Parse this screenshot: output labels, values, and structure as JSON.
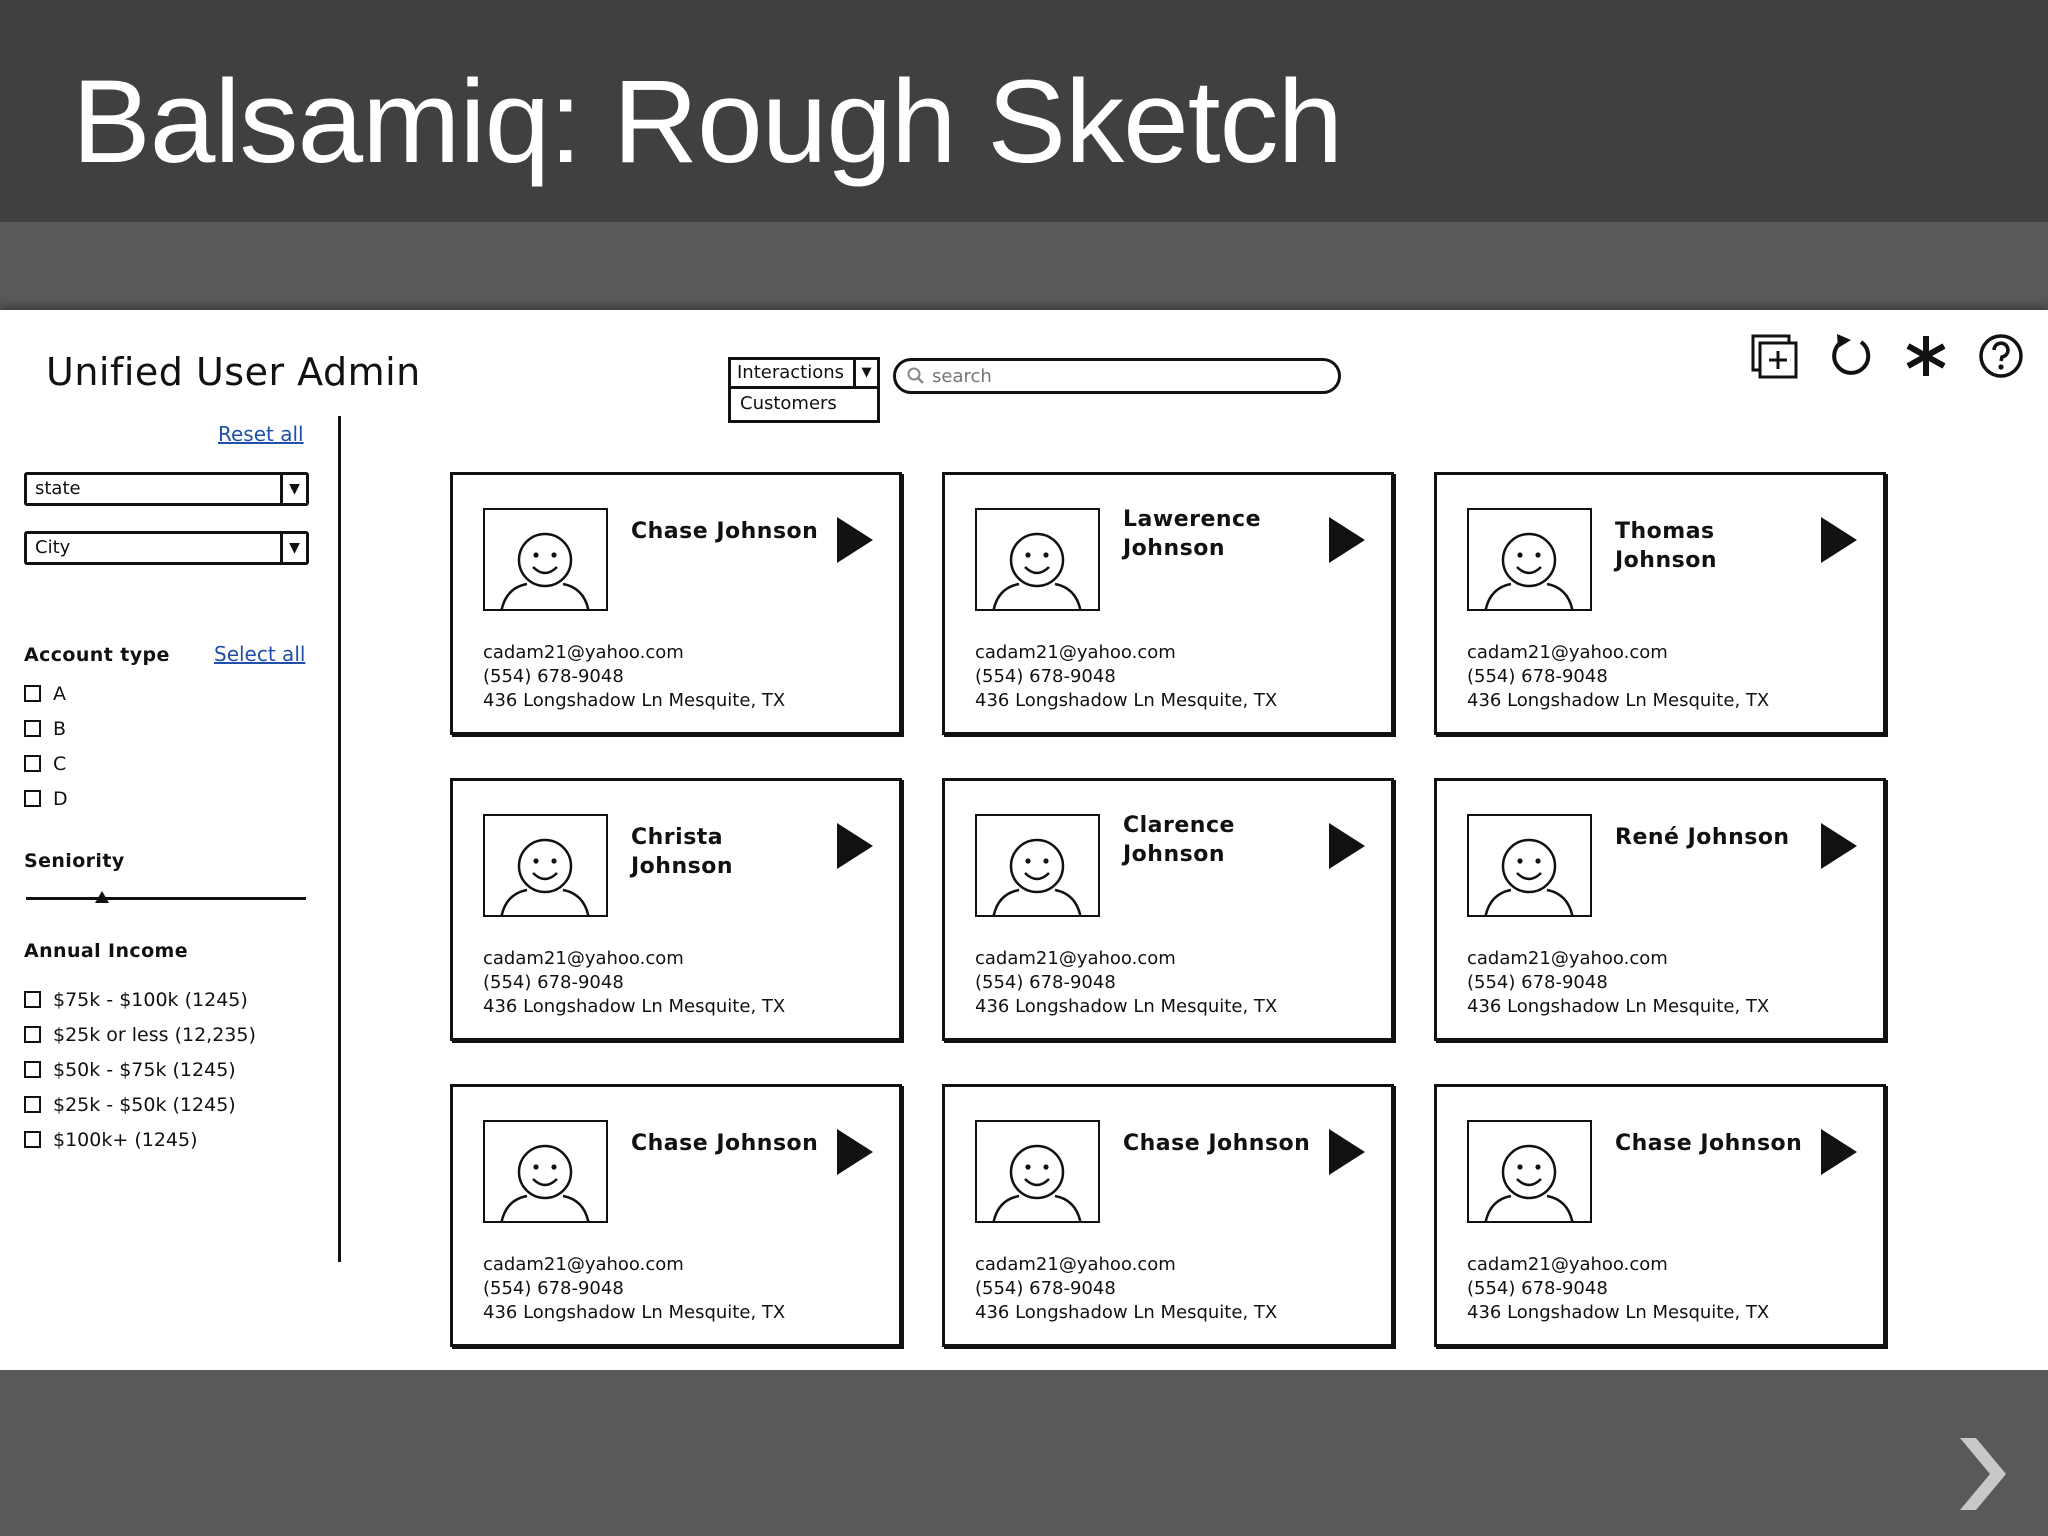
{
  "slide": {
    "title": "Balsamiq: Rough Sketch"
  },
  "app": {
    "title": "Unified User Admin"
  },
  "sidebar": {
    "reset_all": "Reset all",
    "state_select": "state",
    "city_select": "City",
    "account_type": {
      "heading": "Account type",
      "select_all": "Select all",
      "options": [
        "A",
        "B",
        "C",
        "D"
      ]
    },
    "seniority": {
      "heading": "Seniority",
      "value_fraction": 0.27
    },
    "annual_income": {
      "heading": "Annual Income",
      "options": [
        "$75k - $100k (1245)",
        "$25k or less (12,235)",
        "$50k - $75k (1245)",
        "$25k - $50k (1245)",
        "$100k+ (1245)"
      ]
    }
  },
  "topbar": {
    "combo_selected": "Interactions",
    "combo_option": "Customers",
    "search_placeholder": "search",
    "icons": [
      "add-window-icon",
      "refresh-icon",
      "asterisk-icon",
      "help-icon"
    ]
  },
  "cards": [
    {
      "name_line1": "Chase Johnson",
      "name_line2": "",
      "email": "cadam21@yahoo.com",
      "phone": "(554) 678-9048",
      "address": "436 Longshadow Ln Mesquite, TX"
    },
    {
      "name_line1": "Lawerence",
      "name_line2": "Johnson",
      "email": "cadam21@yahoo.com",
      "phone": "(554) 678-9048",
      "address": "436 Longshadow Ln Mesquite, TX"
    },
    {
      "name_line1": "Thomas Johnson",
      "name_line2": "",
      "email": "cadam21@yahoo.com",
      "phone": "(554) 678-9048",
      "address": "436 Longshadow Ln Mesquite, TX"
    },
    {
      "name_line1": "Christa Johnson",
      "name_line2": "",
      "email": "cadam21@yahoo.com",
      "phone": "(554) 678-9048",
      "address": "436 Longshadow Ln Mesquite, TX"
    },
    {
      "name_line1": "Clarence",
      "name_line2": "Johnson",
      "email": "cadam21@yahoo.com",
      "phone": "(554) 678-9048",
      "address": "436 Longshadow Ln Mesquite, TX"
    },
    {
      "name_line1": "René Johnson",
      "name_line2": "",
      "email": "cadam21@yahoo.com",
      "phone": "(554) 678-9048",
      "address": "436 Longshadow Ln Mesquite, TX"
    },
    {
      "name_line1": "Chase Johnson",
      "name_line2": "",
      "email": "cadam21@yahoo.com",
      "phone": "(554) 678-9048",
      "address": "436 Longshadow Ln Mesquite, TX"
    },
    {
      "name_line1": "Chase Johnson",
      "name_line2": "",
      "email": "cadam21@yahoo.com",
      "phone": "(554) 678-9048",
      "address": "436 Longshadow Ln Mesquite, TX"
    },
    {
      "name_line1": "Chase Johnson",
      "name_line2": "",
      "email": "cadam21@yahoo.com",
      "phone": "(554) 678-9048",
      "address": "436 Longshadow Ln Mesquite, TX"
    }
  ],
  "colors": {
    "header_bg": "#404040",
    "slide_bg": "#595959",
    "link": "#1f4fa8"
  }
}
